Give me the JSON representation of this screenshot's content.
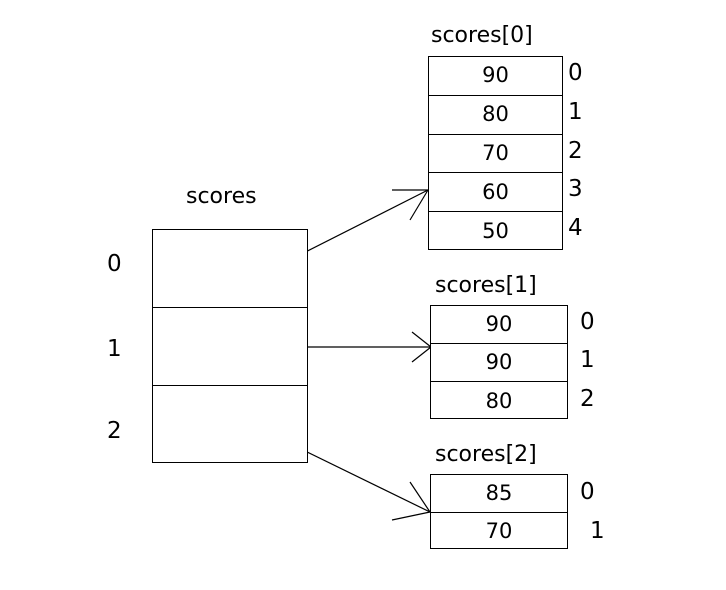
{
  "diagram": {
    "title_main": "scores",
    "arrays": [
      {
        "name": "scores",
        "caption": "scores",
        "row_labels": [
          "0",
          "1",
          "2"
        ],
        "values": [
          "",
          "",
          ""
        ]
      },
      {
        "name": "scores[0]",
        "caption": "scores[0]",
        "row_labels": [
          "0",
          "1",
          "2",
          "3",
          "4"
        ],
        "values": [
          "90",
          "80",
          "70",
          "60",
          "50"
        ]
      },
      {
        "name": "scores[1]",
        "caption": "scores[1]",
        "row_labels": [
          "0",
          "1",
          "2"
        ],
        "values": [
          "90",
          "90",
          "80"
        ]
      },
      {
        "name": "scores[2]",
        "caption": "scores[2]",
        "row_labels": [
          "0",
          "1"
        ],
        "values": [
          "85",
          "70"
        ]
      }
    ],
    "connections": [
      {
        "from": "scores-row-0",
        "to": "scores[0]"
      },
      {
        "from": "scores-row-1",
        "to": "scores[1]"
      },
      {
        "from": "scores-row-2",
        "to": "scores[2]"
      }
    ],
    "colors": {
      "stroke": "#000000",
      "background": "#ffffff",
      "text": "#000000"
    }
  }
}
